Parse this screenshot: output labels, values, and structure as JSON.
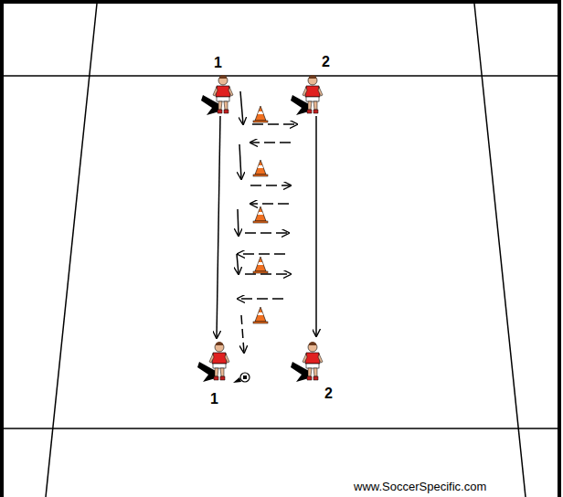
{
  "diagram": {
    "labels": [
      "1",
      "2",
      "1",
      "2",
      "www.SoccerSpecific.com"
    ]
  }
}
